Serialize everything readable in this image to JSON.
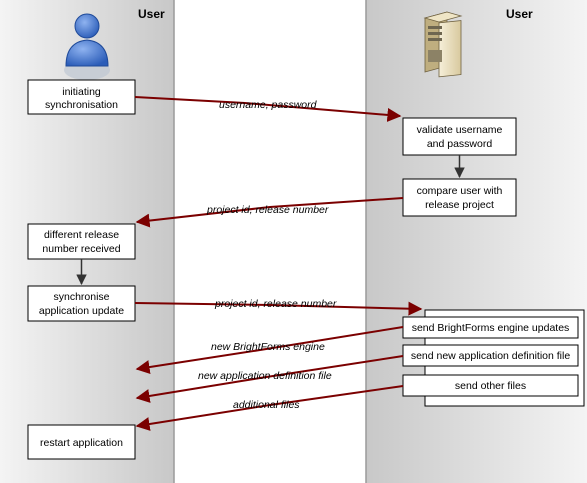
{
  "lanes": {
    "left_title": "User",
    "right_title": "User"
  },
  "left_boxes": [
    {
      "lines": [
        "initiating",
        "synchronisation"
      ]
    },
    {
      "lines": [
        "different release",
        "number received"
      ]
    },
    {
      "lines": [
        "synchronise",
        "application update"
      ]
    },
    {
      "lines": [
        "restart application"
      ]
    }
  ],
  "right_boxes": [
    {
      "lines": [
        "validate username",
        "and password"
      ]
    },
    {
      "lines": [
        "compare user with",
        "release project"
      ]
    },
    {
      "lines": [
        "send BrightForms engine updates"
      ]
    },
    {
      "lines": [
        "send new application definition file"
      ]
    },
    {
      "lines": [
        "send other files"
      ]
    }
  ],
  "messages": {
    "m1": "username, password",
    "m2": "project id, release number",
    "m3": "project id, release number",
    "m4": "new BrightForms engine",
    "m5": "new application definition file",
    "m6": "additional files"
  },
  "colors": {
    "arrow": "#7b0000",
    "lane_shade": "#cfcfcf",
    "person": "#3a6fc9",
    "server": "#e8dcb8"
  },
  "icons": [
    "user-icon",
    "server-icon"
  ]
}
